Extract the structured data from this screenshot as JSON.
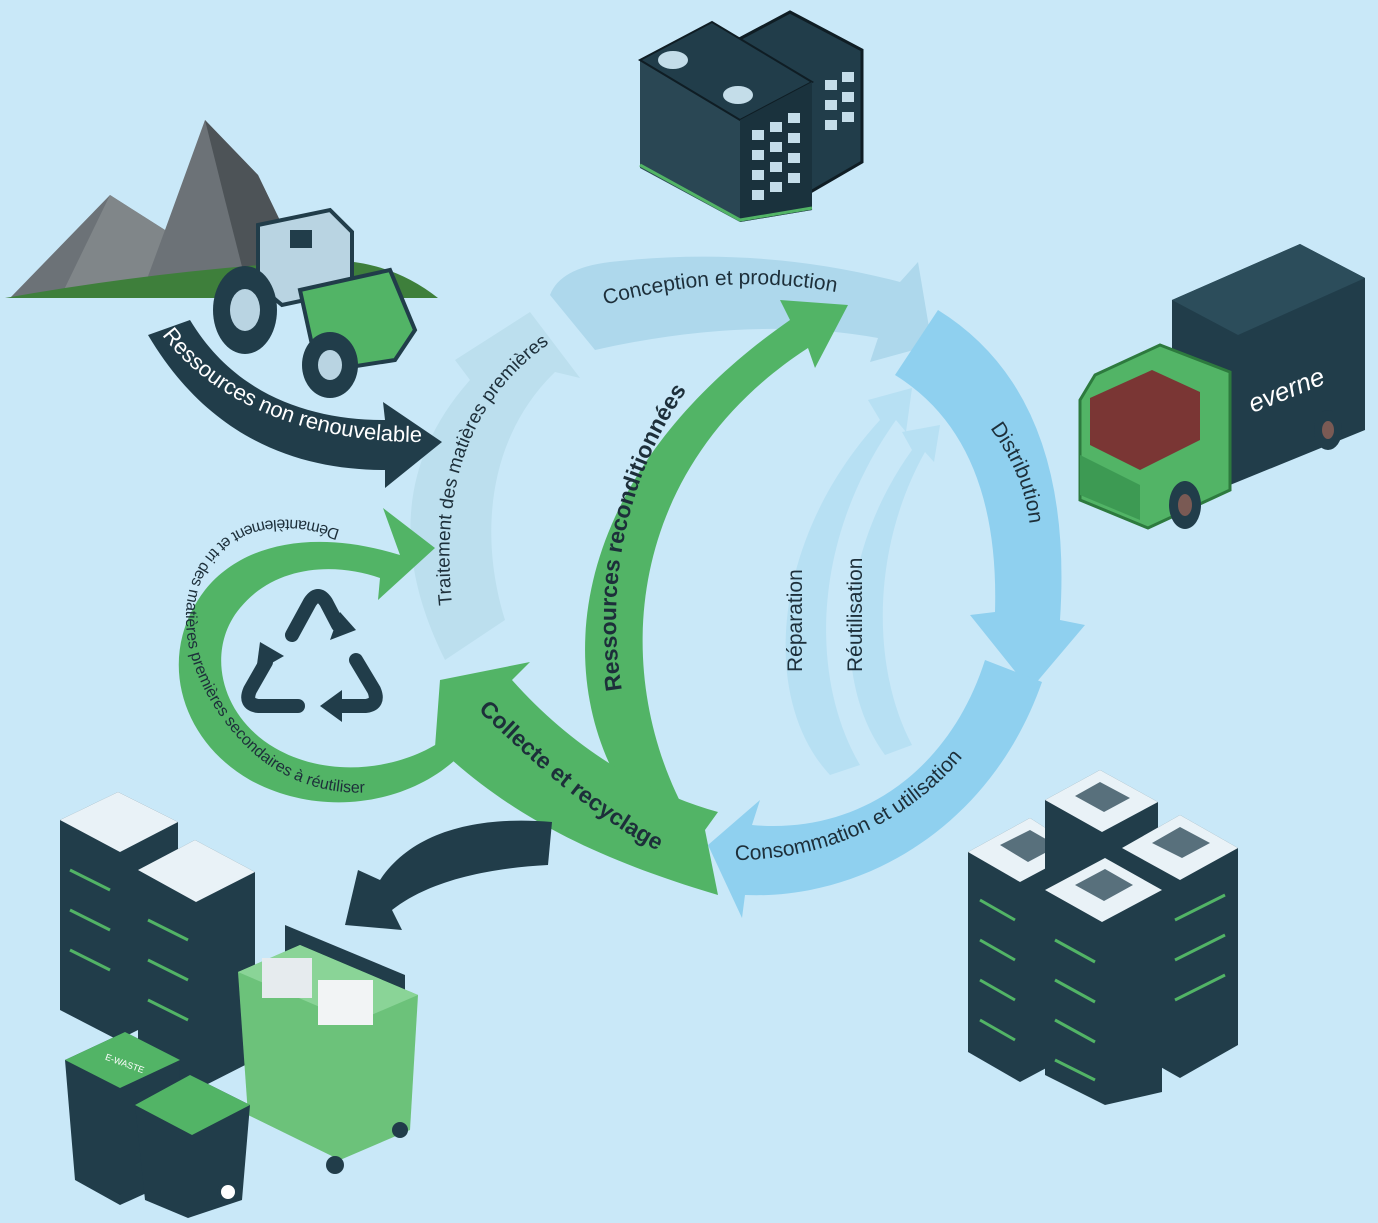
{
  "labels": {
    "resources_non_renewable": "Ressources non renouvelables",
    "raw_material_processing": "Traitement des matières premières",
    "design_production": "Conception et production",
    "distribution": "Distribution",
    "consumption_use": "Consommation et utilisation",
    "collection_recycling": "Collecte et recyclage",
    "reconditioned_resources": "Ressources reconditionnées",
    "dismantling_sorting": "Démantèlement et tri des matières premières secondaires à réutiliser",
    "repair": "Réparation",
    "reuse": "Réutilisation"
  },
  "branding": {
    "truck_logo": "everne",
    "bin_label": "E-WASTE"
  },
  "colors": {
    "background": "#c9e8f8",
    "light_blue_arrow": "#aed8ec",
    "mid_blue_arrow": "#8fd0ef",
    "green_arrow": "#52b466",
    "dark_arrow": "#213d4a"
  },
  "icons": [
    "mountain-icon",
    "tractor-icon",
    "office-building-icon",
    "delivery-truck-icon",
    "recycle-icon",
    "server-racks-icon",
    "recycling-bins-icon"
  ]
}
